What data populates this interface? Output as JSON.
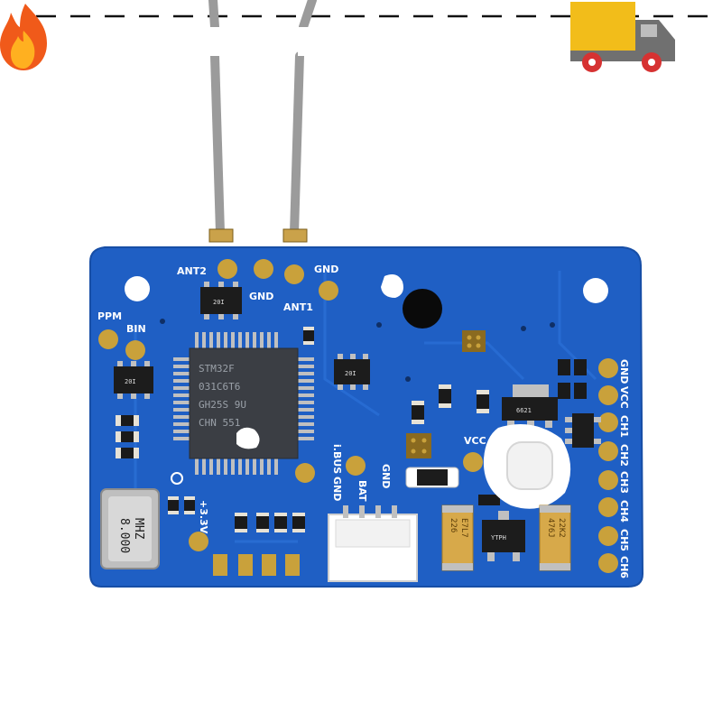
{
  "badges": {
    "fire_icon": "fire-icon",
    "truck_icon": "delivery-truck-icon"
  },
  "colors": {
    "pcb_blue": "#1f5fc4",
    "pad_gold": "#c9a13b",
    "truck_cargo": "#f2bd1a",
    "truck_cab": "#707070",
    "wheel_red": "#d63232",
    "antenna_grey": "#9b9b9b"
  },
  "board": {
    "pin_labels": {
      "ant2": "ANT2",
      "gnd_top_left": "GND",
      "ant1": "ANT1",
      "gnd_top_right": "GND",
      "ppm": "PPM",
      "bin": "BIN",
      "ibus": "i.BUS",
      "gnd_bottom": "GND",
      "bat": "BAT",
      "gnd_bat": "GND",
      "vcc_mid": "VCC",
      "plus_3v": "+3.3V"
    },
    "channel_labels": [
      "GND",
      "VCC",
      "CH1",
      "CH2",
      "CH3",
      "CH4",
      "CH5",
      "CH6"
    ],
    "mcu_marking": [
      "STM32F",
      "031C6T6",
      "GH25S 9U",
      "CHN 551"
    ],
    "crystal_marking": [
      "8.000",
      "MHZ"
    ],
    "capacitor_left": [
      "226",
      "E7L7"
    ],
    "capacitor_right": [
      "476J",
      "22K2"
    ],
    "transistor_marking": "YTPH",
    "small_chip_marking": "20I",
    "regulator_marking": "6621"
  }
}
